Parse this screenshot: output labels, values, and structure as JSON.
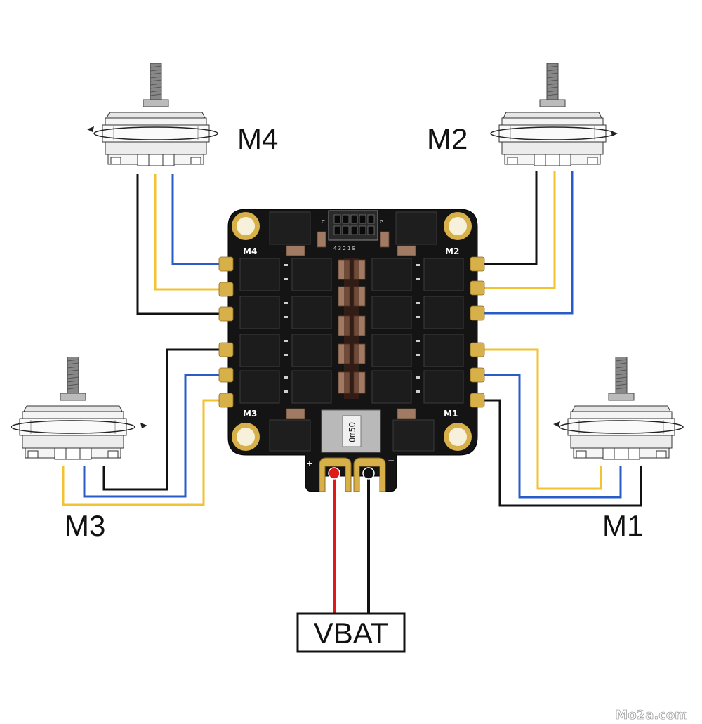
{
  "motors": [
    {
      "id": "m1",
      "label": "M1",
      "pcb_label": "M1"
    },
    {
      "id": "m2",
      "label": "M2",
      "pcb_label": "M2"
    },
    {
      "id": "m3",
      "label": "M3",
      "pcb_label": "M3"
    },
    {
      "id": "m4",
      "label": "M4",
      "pcb_label": "M4"
    }
  ],
  "battery": {
    "label": "VBAT",
    "positive_symbol": "+",
    "negative_symbol": "−"
  },
  "pcb": {
    "shunt_marking": "0m5Ω",
    "connector_pins": "4 3 2 1 B",
    "connector_marks": {
      "left": "C",
      "right": "G"
    }
  },
  "wire_colors": {
    "black": "#111111",
    "yellow": "#f2c230",
    "blue": "#2a5cc8",
    "red": "#e01818"
  },
  "watermark": "Mo2a.com"
}
